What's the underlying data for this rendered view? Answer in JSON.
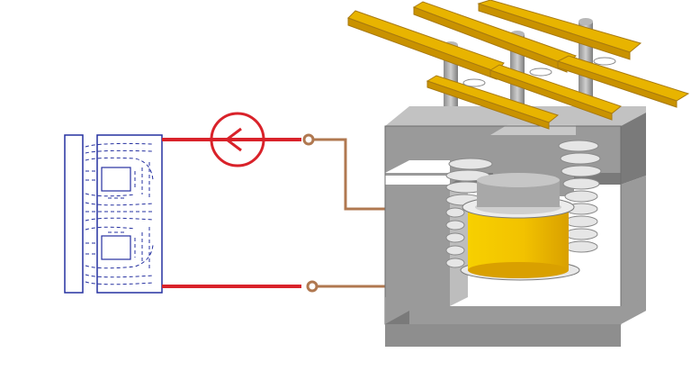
{
  "diagram": {
    "subject": "electromagnetic-relay",
    "colors": {
      "circuit_wire": "#d9222a",
      "coil_lead": "#b07850",
      "schematic": "#2530a0",
      "core_front": "#9a9a9a",
      "core_top": "#c2c2c2",
      "core_side": "#7a7a7a",
      "coil": "#f2c200",
      "coil_shade": "#e0a800",
      "contact_bar": "#e8b400",
      "contact_edge": "#a87a10",
      "spring": "#e6e6e6",
      "background": "#ffffff"
    },
    "icons": [
      "current-source-symbol",
      "magnetic-field-schematic",
      "iron-core",
      "coil",
      "return-spring",
      "contact-bars"
    ]
  }
}
